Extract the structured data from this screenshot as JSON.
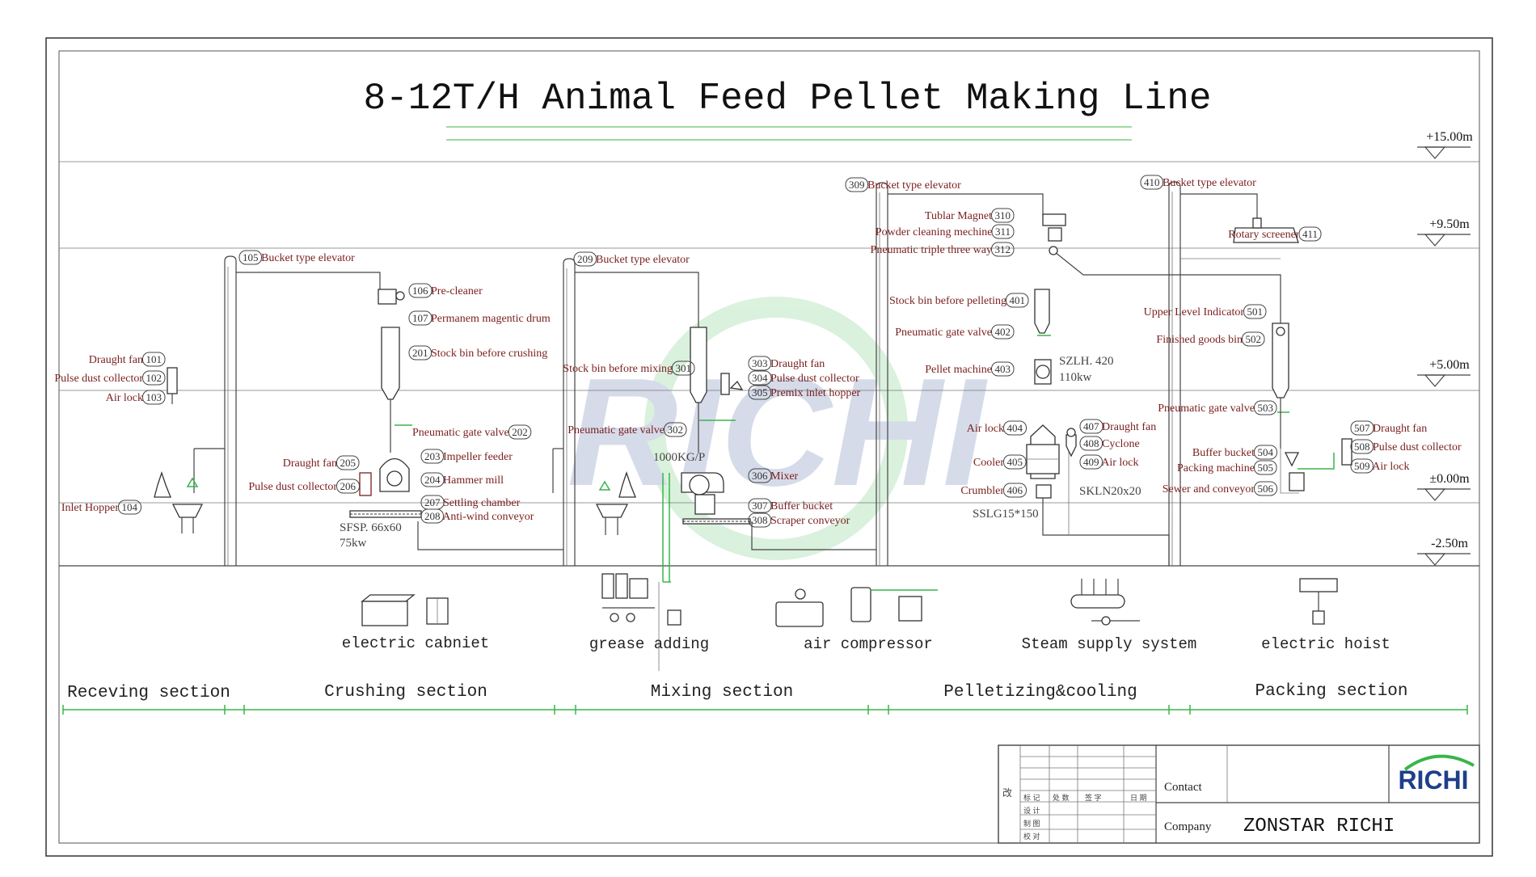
{
  "title": "8-12T/H Animal Feed Pellet Making Line",
  "levels": [
    "+15.00m",
    "+9.50m",
    "+5.00m",
    "±0.00m",
    "-2.50m"
  ],
  "watermark": "RICHI",
  "colors": {
    "accent_green": "#39b54a",
    "label_red": "#7a1e1e",
    "logo_blue": "#1f3f8a"
  },
  "labels": [
    {
      "n": "101",
      "t": "Draught fan"
    },
    {
      "n": "102",
      "t": "Pulse dust collector"
    },
    {
      "n": "103",
      "t": "Air lock"
    },
    {
      "n": "104",
      "t": "Inlet Hopper"
    },
    {
      "n": "105",
      "t": "Bucket type elevator"
    },
    {
      "n": "106",
      "t": "Pre-cleaner"
    },
    {
      "n": "107",
      "t": "Permanem magentic drum"
    },
    {
      "n": "201",
      "t": "Stock bin before crushing"
    },
    {
      "n": "202",
      "t": "Pneumatic gate valve"
    },
    {
      "n": "203",
      "t": "Impeller feeder"
    },
    {
      "n": "204",
      "t": "Hammer mill"
    },
    {
      "n": "205",
      "t": "Draught fan"
    },
    {
      "n": "206",
      "t": "Pulse dust collector"
    },
    {
      "n": "207",
      "t": "Settling chamber"
    },
    {
      "n": "208",
      "t": "Anti-wind conveyor"
    },
    {
      "n": "209",
      "t": "Bucket type elevator"
    },
    {
      "n": "301",
      "t": "Stock bin before mixing"
    },
    {
      "n": "302",
      "t": "Pneumatic gate valve"
    },
    {
      "n": "303",
      "t": "Draught fan"
    },
    {
      "n": "304",
      "t": "Pulse dust collector"
    },
    {
      "n": "305",
      "t": "Premix inlet hopper"
    },
    {
      "n": "306",
      "t": "Mixer"
    },
    {
      "n": "307",
      "t": "Buffer bucket"
    },
    {
      "n": "308",
      "t": "Scraper conveyor"
    },
    {
      "n": "309",
      "t": "Bucket type elevator"
    },
    {
      "n": "310",
      "t": "Tublar Magnet"
    },
    {
      "n": "311",
      "t": "Powder cleaning mechine"
    },
    {
      "n": "312",
      "t": "Pneumatic triple three way"
    },
    {
      "n": "401",
      "t": "Stock bin before pelleting"
    },
    {
      "n": "402",
      "t": "Pneumatic gate valve"
    },
    {
      "n": "403",
      "t": "Pellet machine"
    },
    {
      "n": "404",
      "t": "Air lock"
    },
    {
      "n": "405",
      "t": "Cooler"
    },
    {
      "n": "406",
      "t": "Crumbler"
    },
    {
      "n": "407",
      "t": "Draught fan"
    },
    {
      "n": "408",
      "t": "Cyclone"
    },
    {
      "n": "409",
      "t": "Air lock"
    },
    {
      "n": "410",
      "t": "Bucket type elevator"
    },
    {
      "n": "411",
      "t": "Rotary screener"
    },
    {
      "n": "501",
      "t": "Upper Level Indicator"
    },
    {
      "n": "502",
      "t": "Finished goods bin"
    },
    {
      "n": "503",
      "t": "Pneumatic gate valve"
    },
    {
      "n": "504",
      "t": "Buffer bucket"
    },
    {
      "n": "505",
      "t": "Packing machine"
    },
    {
      "n": "506",
      "t": "Sewer and conveyor"
    },
    {
      "n": "507",
      "t": "Draught fan"
    },
    {
      "n": "508",
      "t": "Pulse dust collector"
    },
    {
      "n": "509",
      "t": "Air lock"
    }
  ],
  "specs": [
    "SFSP. 66x60",
    "75kw",
    "1000KG/P",
    "SZLH. 420",
    "110kw",
    "SKLN20x20",
    "SSLG15*150"
  ],
  "auxiliary": [
    "electric cabniet",
    "grease adding",
    "air compressor",
    "Steam supply system",
    "electric hoist"
  ],
  "sections": [
    "Receving section",
    "Crushing section",
    "Mixing section",
    "Pelletizing&cooling",
    "Packing section"
  ],
  "title_block": {
    "revise_mark": "改",
    "small_headers": [
      "标 记",
      "处 数",
      "签 字",
      "日 期"
    ],
    "small_rows": [
      "设 计",
      "制 图",
      "校 对"
    ],
    "contact_label": "Contact",
    "contact_value": "",
    "company_label": "Company",
    "company_value": "ZONSTAR RICHI",
    "logo": "RICHI"
  }
}
